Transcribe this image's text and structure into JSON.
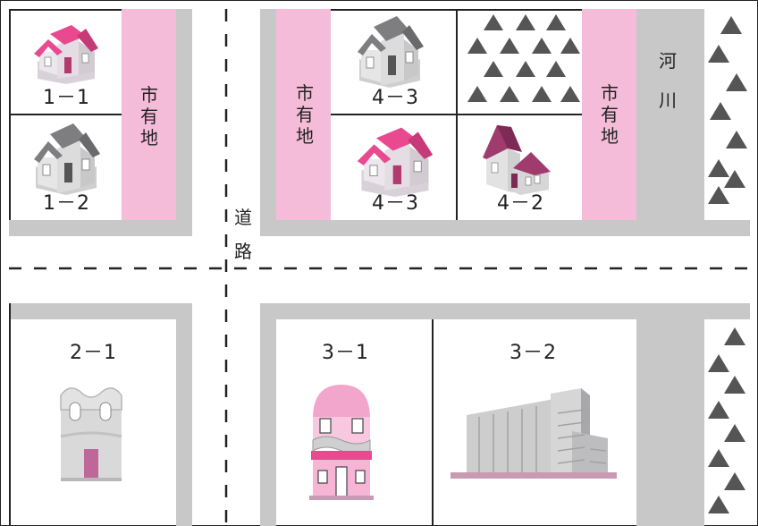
{
  "labels": {
    "lot_1_1": "1－1",
    "lot_1_2": "1－2",
    "lot_4_3_top": "4－3",
    "lot_4_3_bottom": "4－3",
    "lot_4_2": "4－2",
    "lot_2_1": "2－1",
    "lot_3_1": "3－1",
    "lot_3_2": "3－2",
    "city_land_left": "市有地",
    "city_land_mid": "市有地",
    "city_land_right": "市有地",
    "river": "河川",
    "road": "道路"
  },
  "icons": {
    "house_pink": "pink-roof-house-icon",
    "house_gray": "gray-roof-house-icon",
    "house_red_tall": "dark-red-roof-house-icon",
    "forest": "tree-triangle-icon",
    "shop": "pink-shop-building-icon",
    "old_house": "old-gray-house-icon",
    "office": "office-building-icon"
  },
  "colors": {
    "road_gray": "#c8c8c9",
    "city_land_pink": "#f5bcd9",
    "roof_pink": "#e8498f",
    "roof_gray": "#7e7e80",
    "roof_darkred": "#a03b6e",
    "tree": "#555555"
  }
}
